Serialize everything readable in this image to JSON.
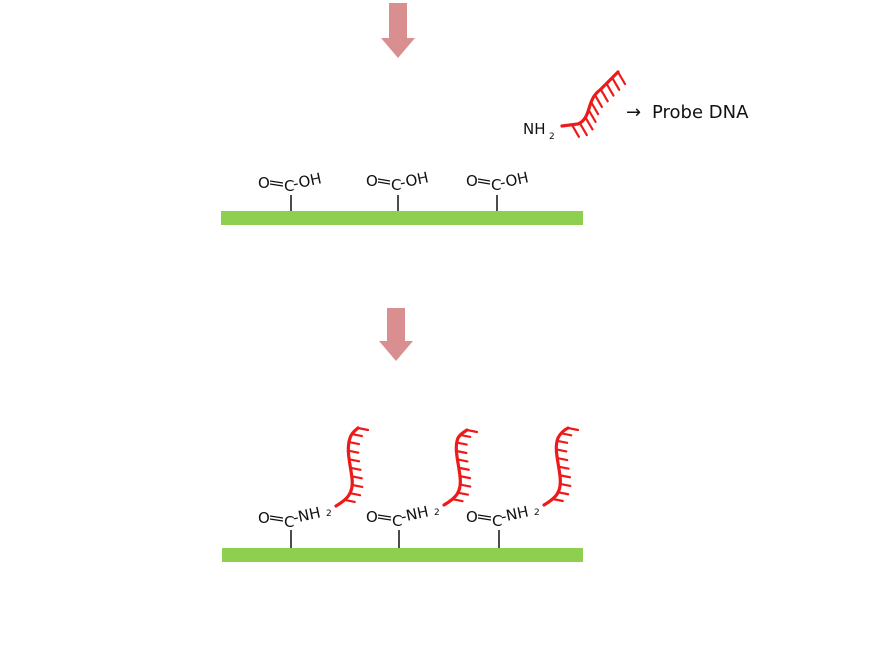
{
  "colors": {
    "arrow": "#d98f8f",
    "surface": "#8fcf4f",
    "dna": "#ee1a1a",
    "ink": "#111111"
  },
  "legend": {
    "amine_label": "NH",
    "amine_sub": "2",
    "arrow_glyph": "→",
    "text": "Probe DNA"
  },
  "stage1": {
    "groups": [
      {
        "o": "O",
        "c": "C",
        "oh": "-OH"
      },
      {
        "o": "O",
        "c": "C",
        "oh": "-OH"
      },
      {
        "o": "O",
        "c": "C",
        "oh": "-OH"
      }
    ]
  },
  "stage2": {
    "groups": [
      {
        "o": "O",
        "c": "C",
        "nh": "-NH",
        "sub": "2"
      },
      {
        "o": "O",
        "c": "C",
        "nh": "-NH",
        "sub": "2"
      },
      {
        "o": "O",
        "c": "C",
        "nh": "-NH",
        "sub": "2"
      }
    ]
  }
}
